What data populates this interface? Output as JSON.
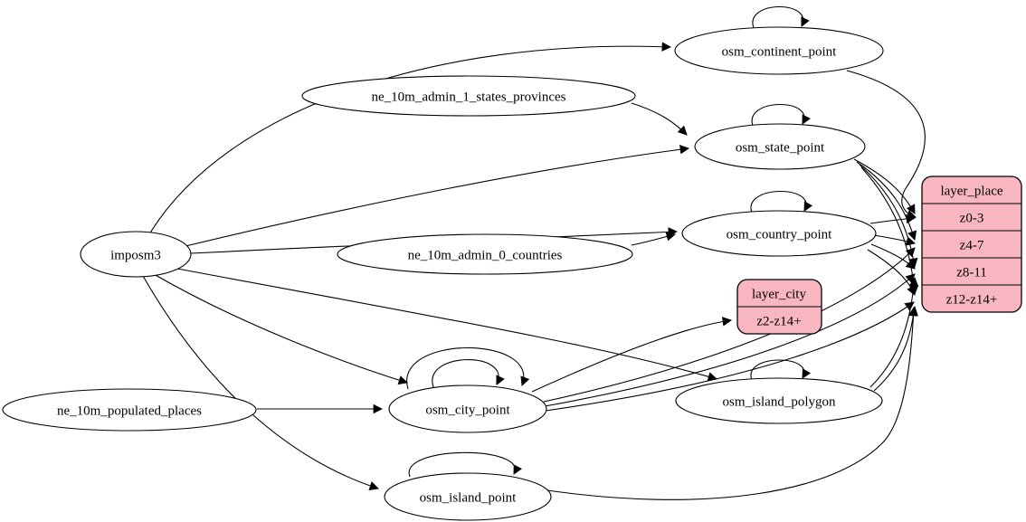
{
  "colors": {
    "layer_fill": "#f8b7c0",
    "node_fill": "#ffffff",
    "edge": "#000000"
  },
  "nodes": {
    "imposm3": "imposm3",
    "ne_10m_admin_1_states_provinces": "ne_10m_admin_1_states_provinces",
    "ne_10m_admin_0_countries": "ne_10m_admin_0_countries",
    "ne_10m_populated_places": "ne_10m_populated_places",
    "osm_continent_point": "osm_continent_point",
    "osm_state_point": "osm_state_point",
    "osm_country_point": "osm_country_point",
    "osm_city_point": "osm_city_point",
    "osm_island_polygon": "osm_island_polygon",
    "osm_island_point": "osm_island_point"
  },
  "layers": {
    "layer_city": {
      "title": "layer_city",
      "rows": [
        "z2-z14+"
      ]
    },
    "layer_place": {
      "title": "layer_place",
      "rows": [
        "z0-3",
        "z4-7",
        "z8-11",
        "z12-z14+"
      ]
    }
  },
  "edges": [
    {
      "from": "imposm3",
      "to": "osm_continent_point"
    },
    {
      "from": "imposm3",
      "to": "osm_state_point"
    },
    {
      "from": "imposm3",
      "to": "osm_country_point"
    },
    {
      "from": "imposm3",
      "to": "osm_city_point"
    },
    {
      "from": "imposm3",
      "to": "osm_island_polygon"
    },
    {
      "from": "imposm3",
      "to": "osm_island_point"
    },
    {
      "from": "ne_10m_admin_1_states_provinces",
      "to": "osm_state_point"
    },
    {
      "from": "ne_10m_admin_0_countries",
      "to": "osm_country_point"
    },
    {
      "from": "ne_10m_populated_places",
      "to": "osm_city_point"
    },
    {
      "from": "osm_continent_point",
      "to": "osm_continent_point"
    },
    {
      "from": "osm_state_point",
      "to": "osm_state_point"
    },
    {
      "from": "osm_country_point",
      "to": "osm_country_point"
    },
    {
      "from": "osm_city_point",
      "to": "osm_city_point"
    },
    {
      "from": "osm_city_point",
      "to": "osm_city_point"
    },
    {
      "from": "osm_island_polygon",
      "to": "osm_island_polygon"
    },
    {
      "from": "osm_island_point",
      "to": "osm_island_point"
    },
    {
      "from": "osm_city_point",
      "to": "layer_city:z2-z14+"
    },
    {
      "from": "osm_continent_point",
      "to": "layer_place:z0-3"
    },
    {
      "from": "osm_state_point",
      "to": "layer_place:z0-3"
    },
    {
      "from": "osm_state_point",
      "to": "layer_place:z4-7"
    },
    {
      "from": "osm_state_point",
      "to": "layer_place:z8-11"
    },
    {
      "from": "osm_state_point",
      "to": "layer_place:z12-z14+"
    },
    {
      "from": "osm_country_point",
      "to": "layer_place:z0-3"
    },
    {
      "from": "osm_country_point",
      "to": "layer_place:z4-7"
    },
    {
      "from": "osm_country_point",
      "to": "layer_place:z8-11"
    },
    {
      "from": "osm_country_point",
      "to": "layer_place:z12-z14+"
    },
    {
      "from": "osm_city_point",
      "to": "layer_place:z4-7"
    },
    {
      "from": "osm_city_point",
      "to": "layer_place:z8-11"
    },
    {
      "from": "osm_city_point",
      "to": "layer_place:z12-z14+"
    },
    {
      "from": "osm_island_polygon",
      "to": "layer_place:z8-11"
    },
    {
      "from": "osm_island_polygon",
      "to": "layer_place:z12-z14+"
    },
    {
      "from": "osm_island_point",
      "to": "layer_place:z12-z14+"
    }
  ]
}
